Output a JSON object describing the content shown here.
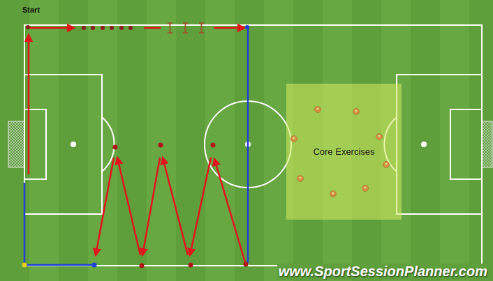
{
  "diagram": {
    "nodes": [
      {
        "text": [
          "Core Exercises"
        ]
      }
    ],
    "labels": [
      "Start",
      "www.SportSessionPlanner.com"
    ]
  }
}
